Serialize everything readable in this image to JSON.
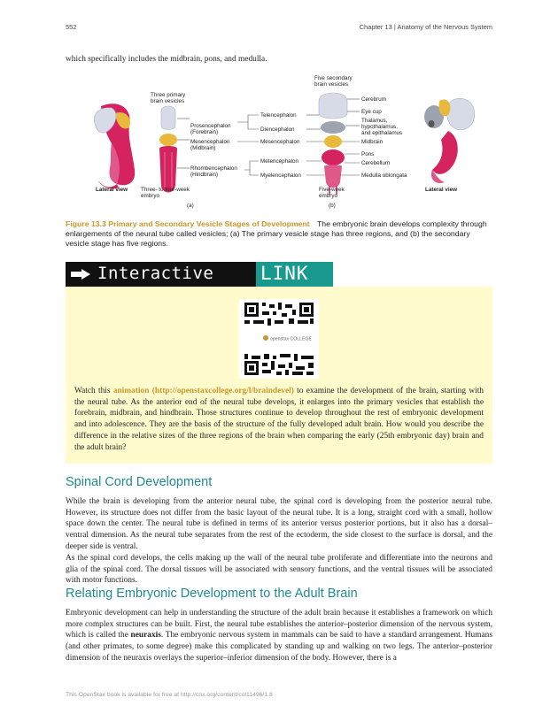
{
  "header": {
    "page_number": "552",
    "chapter": "Chapter 13 | Anatomy of the Nervous System"
  },
  "intro_line": "which specifically includes the midbrain, pons, and medulla.",
  "figure": {
    "labels": {
      "five_secondary": "Five secondary",
      "brain_vesicles_b": "brain vesicles",
      "three_primary": "Three primary",
      "brain_vesicles_a": "brain vesicles",
      "prosencephalon": "Prosencephalon",
      "forebrain": "(Forebrain)",
      "mesencephalon_a": "Mesencephalon",
      "midbrain_a": "(Midbrain)",
      "rhombencephalon": "Rhombencephalon",
      "hindbrain": "(Hindbrain)",
      "telencephalon": "Telencephalon",
      "diencephalon": "Diencephalon",
      "mesencephalon_b": "Mesencephalon",
      "metencephalon": "Metencephalon",
      "myelencephalon": "Myelencephalon",
      "cerebrum": "Cerebrum",
      "eye_cup": "Eye cup",
      "thalamus": "Thalamus,",
      "hypothalamus": "hypothalamus,",
      "epithalamus": "and epithalamus",
      "midbrain": "Midbrain",
      "pons": "Pons",
      "cerebellum": "Cerebellum",
      "medulla": "Medulla oblongata",
      "lateral_view_left": "Lateral view",
      "three_four_week": "Three- to four-week",
      "embryo_a": "embryo",
      "panel_a": "(a)",
      "five_week": "Five-week",
      "embryo_b": "embryo",
      "panel_b": "(b)",
      "lateral_view_right": "Lateral view"
    },
    "colors": {
      "forebrain": "#d7dbe8",
      "forebrain_dark": "#a9b0c8",
      "midbrain": "#e8b93a",
      "hindbrain": "#d4235e",
      "hindbrain_light": "#e0588a",
      "gray": "#9ea3b0"
    }
  },
  "caption": {
    "title": "Figure 13.3 Primary and Secondary Vesicle Stages of Development",
    "text": "The embryonic brain develops complexity through enlargements of the neural tube called vesicles; (a) The primary vesicle stage has three regions, and (b) the secondary vesicle stage has five regions."
  },
  "interactive": {
    "banner_left": "Interactive",
    "banner_right": "LINK",
    "qr_brand": "openstax COLLEGE",
    "text_before": "Watch this ",
    "link_text": "animation (http://openstaxcollege.org/l/braindevel)",
    "text_after": " to examine the development of the brain, starting with the neural tube. As the anterior end of the neural tube develops, it enlarges into the primary vesicles that establish the forebrain, midbrain, and hindbrain. Those structures continue to develop throughout the rest of embryonic development and into adolescence. They are the basis of the structure of the fully developed adult brain. How would you describe the difference in the relative sizes of the three regions of the brain when comparing the early (25th embryonic day) brain and the adult brain?"
  },
  "section1": {
    "title": "Spinal Cord Development",
    "p1": "While the brain is developing from the anterior neural tube, the spinal cord is developing from the posterior neural tube. However, its structure does not differ from the basic layout of the neural tube. It is a long, straight cord with a small, hollow space down the center. The neural tube is defined in terms of its anterior versus posterior portions, but it also has a dorsal–ventral dimension. As the neural tube separates from the rest of the ectoderm, the side closest to the surface is dorsal, and the deeper side is ventral.",
    "p2": "As the spinal cord develops, the cells making up the wall of the neural tube proliferate and differentiate into the neurons and glia of the spinal cord. The dorsal tissues will be associated with sensory functions, and the ventral tissues will be associated with motor functions."
  },
  "section2": {
    "title": "Relating Embryonic Development to the Adult Brain",
    "p1_before": "Embryonic development can help in understanding the structure of the adult brain because it establishes a framework on which more complex structures can be built. First, the neural tube establishes the anterior–posterior dimension of the nervous system, which is called the ",
    "p1_bold": "neuraxis",
    "p1_after": ". The embryonic nervous system in mammals can be said to have a standard arrangement. Humans (and other primates, to some degree) make this complicated by standing up and walking on two legs. The anterior–posterior dimension of the neuraxis overlays the superior–inferior dimension of the body. However, there is a"
  },
  "footer": "This OpenStax book is available for free at http://cnx.org/content/col11496/1.8"
}
